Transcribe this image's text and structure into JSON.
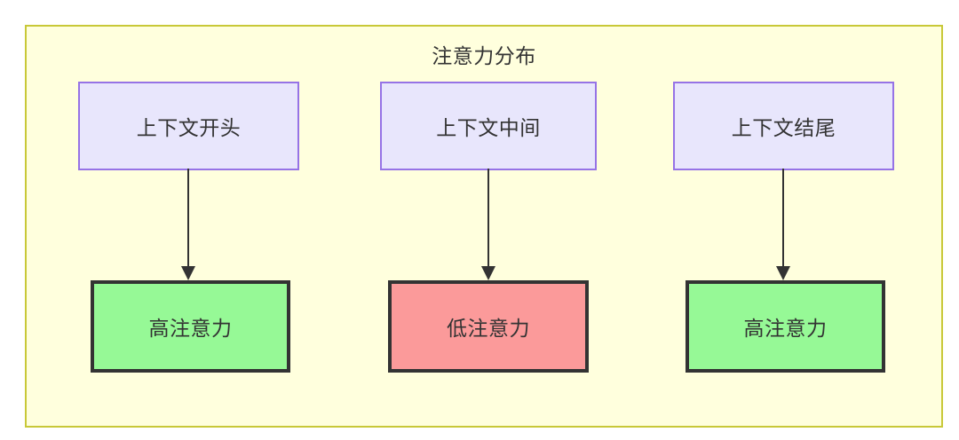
{
  "diagram": {
    "title": "注意力分布",
    "background_color": "#ffffdd",
    "border_color": "#c8c838",
    "context_nodes": [
      {
        "id": "ctx-start",
        "label": "上下文开头",
        "fill": "#e8e6fc",
        "stroke": "#9673e6"
      },
      {
        "id": "ctx-middle",
        "label": "上下文中间",
        "fill": "#e8e6fc",
        "stroke": "#9673e6"
      },
      {
        "id": "ctx-end",
        "label": "上下文结尾",
        "fill": "#e8e6fc",
        "stroke": "#9673e6"
      }
    ],
    "attention_nodes": [
      {
        "id": "attn-high-start",
        "label": "高注意力",
        "fill": "#96f996",
        "stroke": "#333333"
      },
      {
        "id": "attn-low-middle",
        "label": "低注意力",
        "fill": "#fb9a9a",
        "stroke": "#333333"
      },
      {
        "id": "attn-high-end",
        "label": "高注意力",
        "fill": "#96f996",
        "stroke": "#333333"
      }
    ],
    "edges": [
      {
        "id": "edge-start",
        "from": "ctx-start",
        "to": "attn-high-start",
        "arrow": "arrow-down-icon"
      },
      {
        "id": "edge-middle",
        "from": "ctx-middle",
        "to": "attn-low-middle",
        "arrow": "arrow-down-icon"
      },
      {
        "id": "edge-end",
        "from": "ctx-end",
        "to": "attn-high-end",
        "arrow": "arrow-down-icon"
      }
    ]
  }
}
